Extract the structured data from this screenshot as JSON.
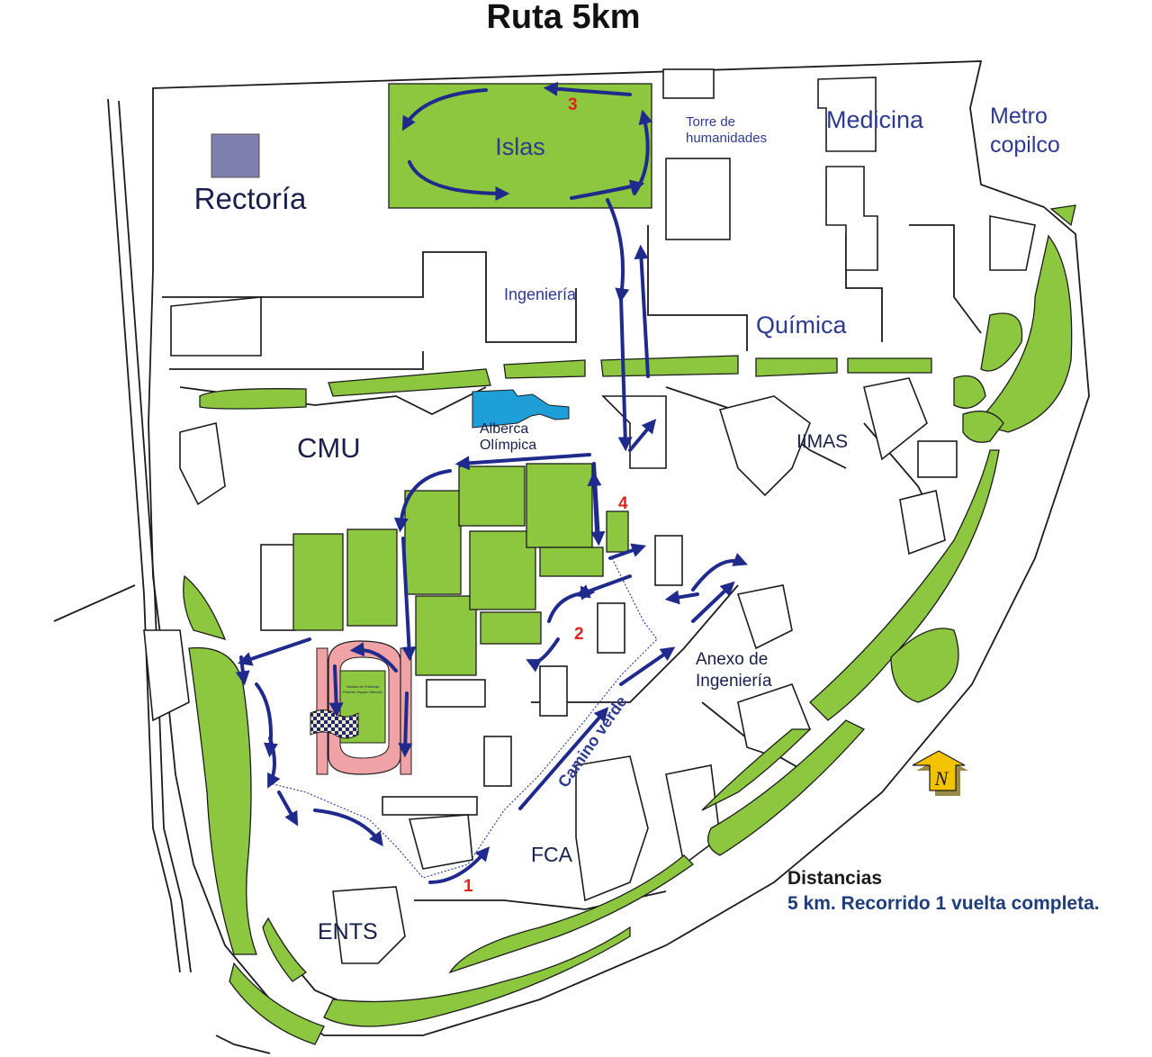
{
  "map": {
    "title": "Ruta 5km",
    "labels": {
      "rectoria": "Rectoría",
      "islas": "Islas",
      "torre": [
        "Torre de",
        "humanidades"
      ],
      "medicina": "Medicina",
      "metro": [
        "Metro",
        "copilco"
      ],
      "ingenieria": "Ingeniería",
      "quimica": "Química",
      "cmu": "CMU",
      "alberca": [
        "Alberca",
        "Olímpica"
      ],
      "iimas": "IIMAS",
      "anexo": [
        "Anexo de",
        "Ingeniería"
      ],
      "camino": "Camino verde",
      "fca": "FCA",
      "ents": "ENTS",
      "estadio": [
        "Estadio de Prácticas",
        "Roberto Tapatío Méndez"
      ]
    },
    "markers": [
      "1",
      "2",
      "3",
      "4"
    ],
    "north_symbol": "N",
    "colors": {
      "green": "#8dc63f",
      "route": "#1f2a8c",
      "marker": "#e0231a",
      "pool": "#1e9fd8",
      "track": "#f0a3a6",
      "rectoria_square": "#7f7fae",
      "north_arrow": "#f3c300"
    }
  },
  "legend": {
    "title": "Distancias",
    "text": "5 km. Recorrido 1 vuelta completa."
  }
}
